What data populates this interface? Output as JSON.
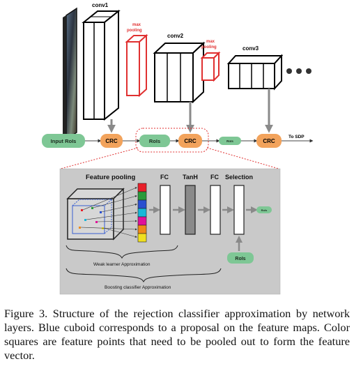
{
  "figure": {
    "labels": {
      "conv1": "conv1",
      "conv2": "conv2",
      "conv3": "conv3",
      "max_pooling_1_line1": "max",
      "max_pooling_1_line2": "pooling",
      "max_pooling_2_line1": "max",
      "max_pooling_2_line2": "pooling",
      "input_rois": "Input RoIs",
      "crc_1": "CRC",
      "rois_1": "RoIs",
      "crc_2": "CRC",
      "rois_small": "RoIs",
      "crc_3": "CRC",
      "to_sdp": "To SDP",
      "feature_pooling": "Feature pooling",
      "fc_1": "FC",
      "tanh": "TanH",
      "fc_2": "FC",
      "selection": "Selection",
      "rois_out": "RoIs",
      "rois_bottom": "RoIs",
      "weak_learner": "Weak learner Approximation",
      "boosting": "Boosting classifier Approximation"
    },
    "colors": {
      "pill_green": "#7ec795",
      "crc_orange": "#f2a35c",
      "pooling_red": "#e03030",
      "panel_gray": "#c9c9c9",
      "cuboid_blue": "#3a5fd0",
      "feature_squares": [
        "#e8202a",
        "#2a9a3a",
        "#2a4fd0",
        "#18b6d8",
        "#e0109a",
        "#f08a18",
        "#f0e020"
      ]
    }
  },
  "caption": "Figure 3. Structure of the rejection classifier approximation by network layers. Blue cuboid corresponds to a proposal on the feature maps. Color squares are feature points that need to be pooled out to form the feature vector."
}
